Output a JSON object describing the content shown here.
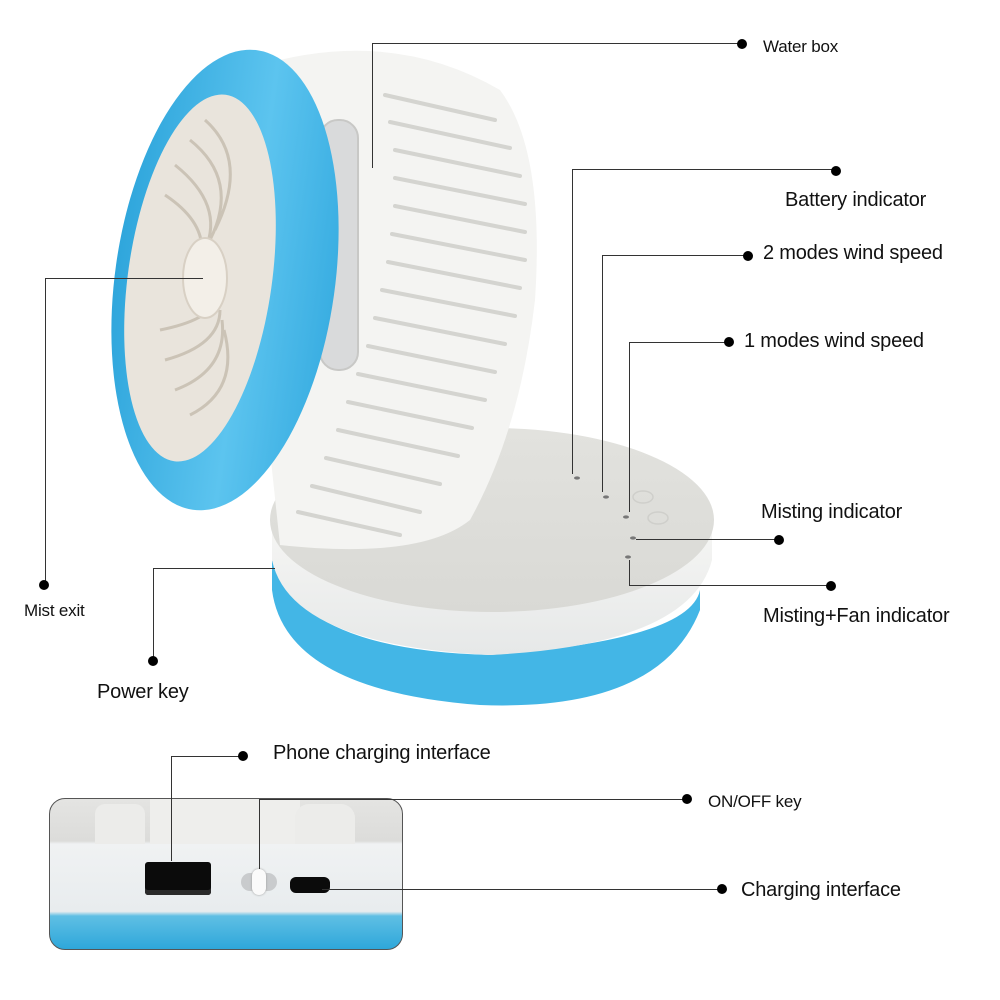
{
  "diagram": {
    "subject": "Portable misting fan with water box and power bank base",
    "colors": {
      "accent_blue": "#3fb3e3",
      "body_white": "#f2f2f0",
      "grille_shadow": "#d6d6d2",
      "leader_line": "#333333",
      "text": "#111111"
    },
    "callouts": {
      "water_box": "Water box",
      "battery_indicator": "Battery indicator",
      "wind_speed_2": "2 modes wind speed",
      "wind_speed_1": "1 modes wind speed",
      "misting_indicator": "Misting indicator",
      "misting_fan_indicator": "Misting+Fan indicator",
      "mist_exit": "Mist exit",
      "power_key": "Power key"
    },
    "inset": {
      "description": "Close-up of base side ports",
      "callouts": {
        "phone_charging": "Phone charging interface",
        "on_off_key": "ON/OFF key",
        "charging_interface": "Charging interface"
      }
    }
  }
}
